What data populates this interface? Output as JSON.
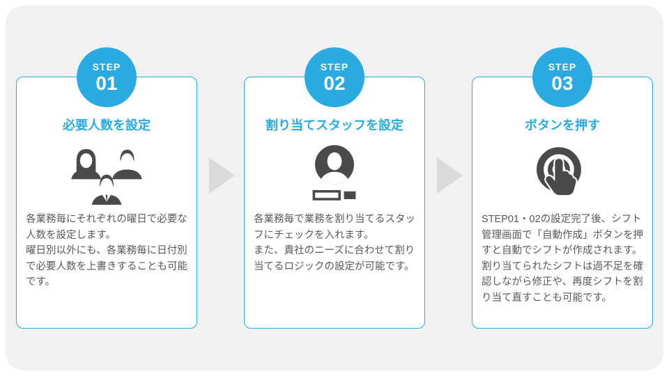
{
  "colors": {
    "accent": "#29abe2",
    "panel_bg": "#f1f1f2",
    "card_bg": "#ffffff",
    "icon": "#4a4a4a",
    "text": "#595959",
    "arrow": "#d9dadb"
  },
  "steps": [
    {
      "badge_label": "STEP",
      "badge_number": "01",
      "title": "必要人数を設定",
      "icon": "people-group-icon",
      "description": "各業務毎にそれぞれの曜日で必要な人数を設定します。\n曜日別以外にも、各業務毎に日付別で必要人数を上書きすることも可能です。"
    },
    {
      "badge_label": "STEP",
      "badge_number": "02",
      "title": "割り当てスタッフを設定",
      "icon": "staff-check-icon",
      "description": "各業務毎で業務を割り当てるスタッフにチェックを入れます。\nまた、貴社のニーズに合わせて割り当てるロジックの設定が可能です。"
    },
    {
      "badge_label": "STEP",
      "badge_number": "03",
      "title": "ボタンを押す",
      "icon": "tap-button-icon",
      "description": "STEP01・02の設定完了後、シフト管理画面で「自動作成」ボタンを押すと自動でシフトが作成されます。\n割り当てられたシフトは過不足を確認しながら修正や、再度シフトを割り当て直すことも可能です。"
    }
  ]
}
